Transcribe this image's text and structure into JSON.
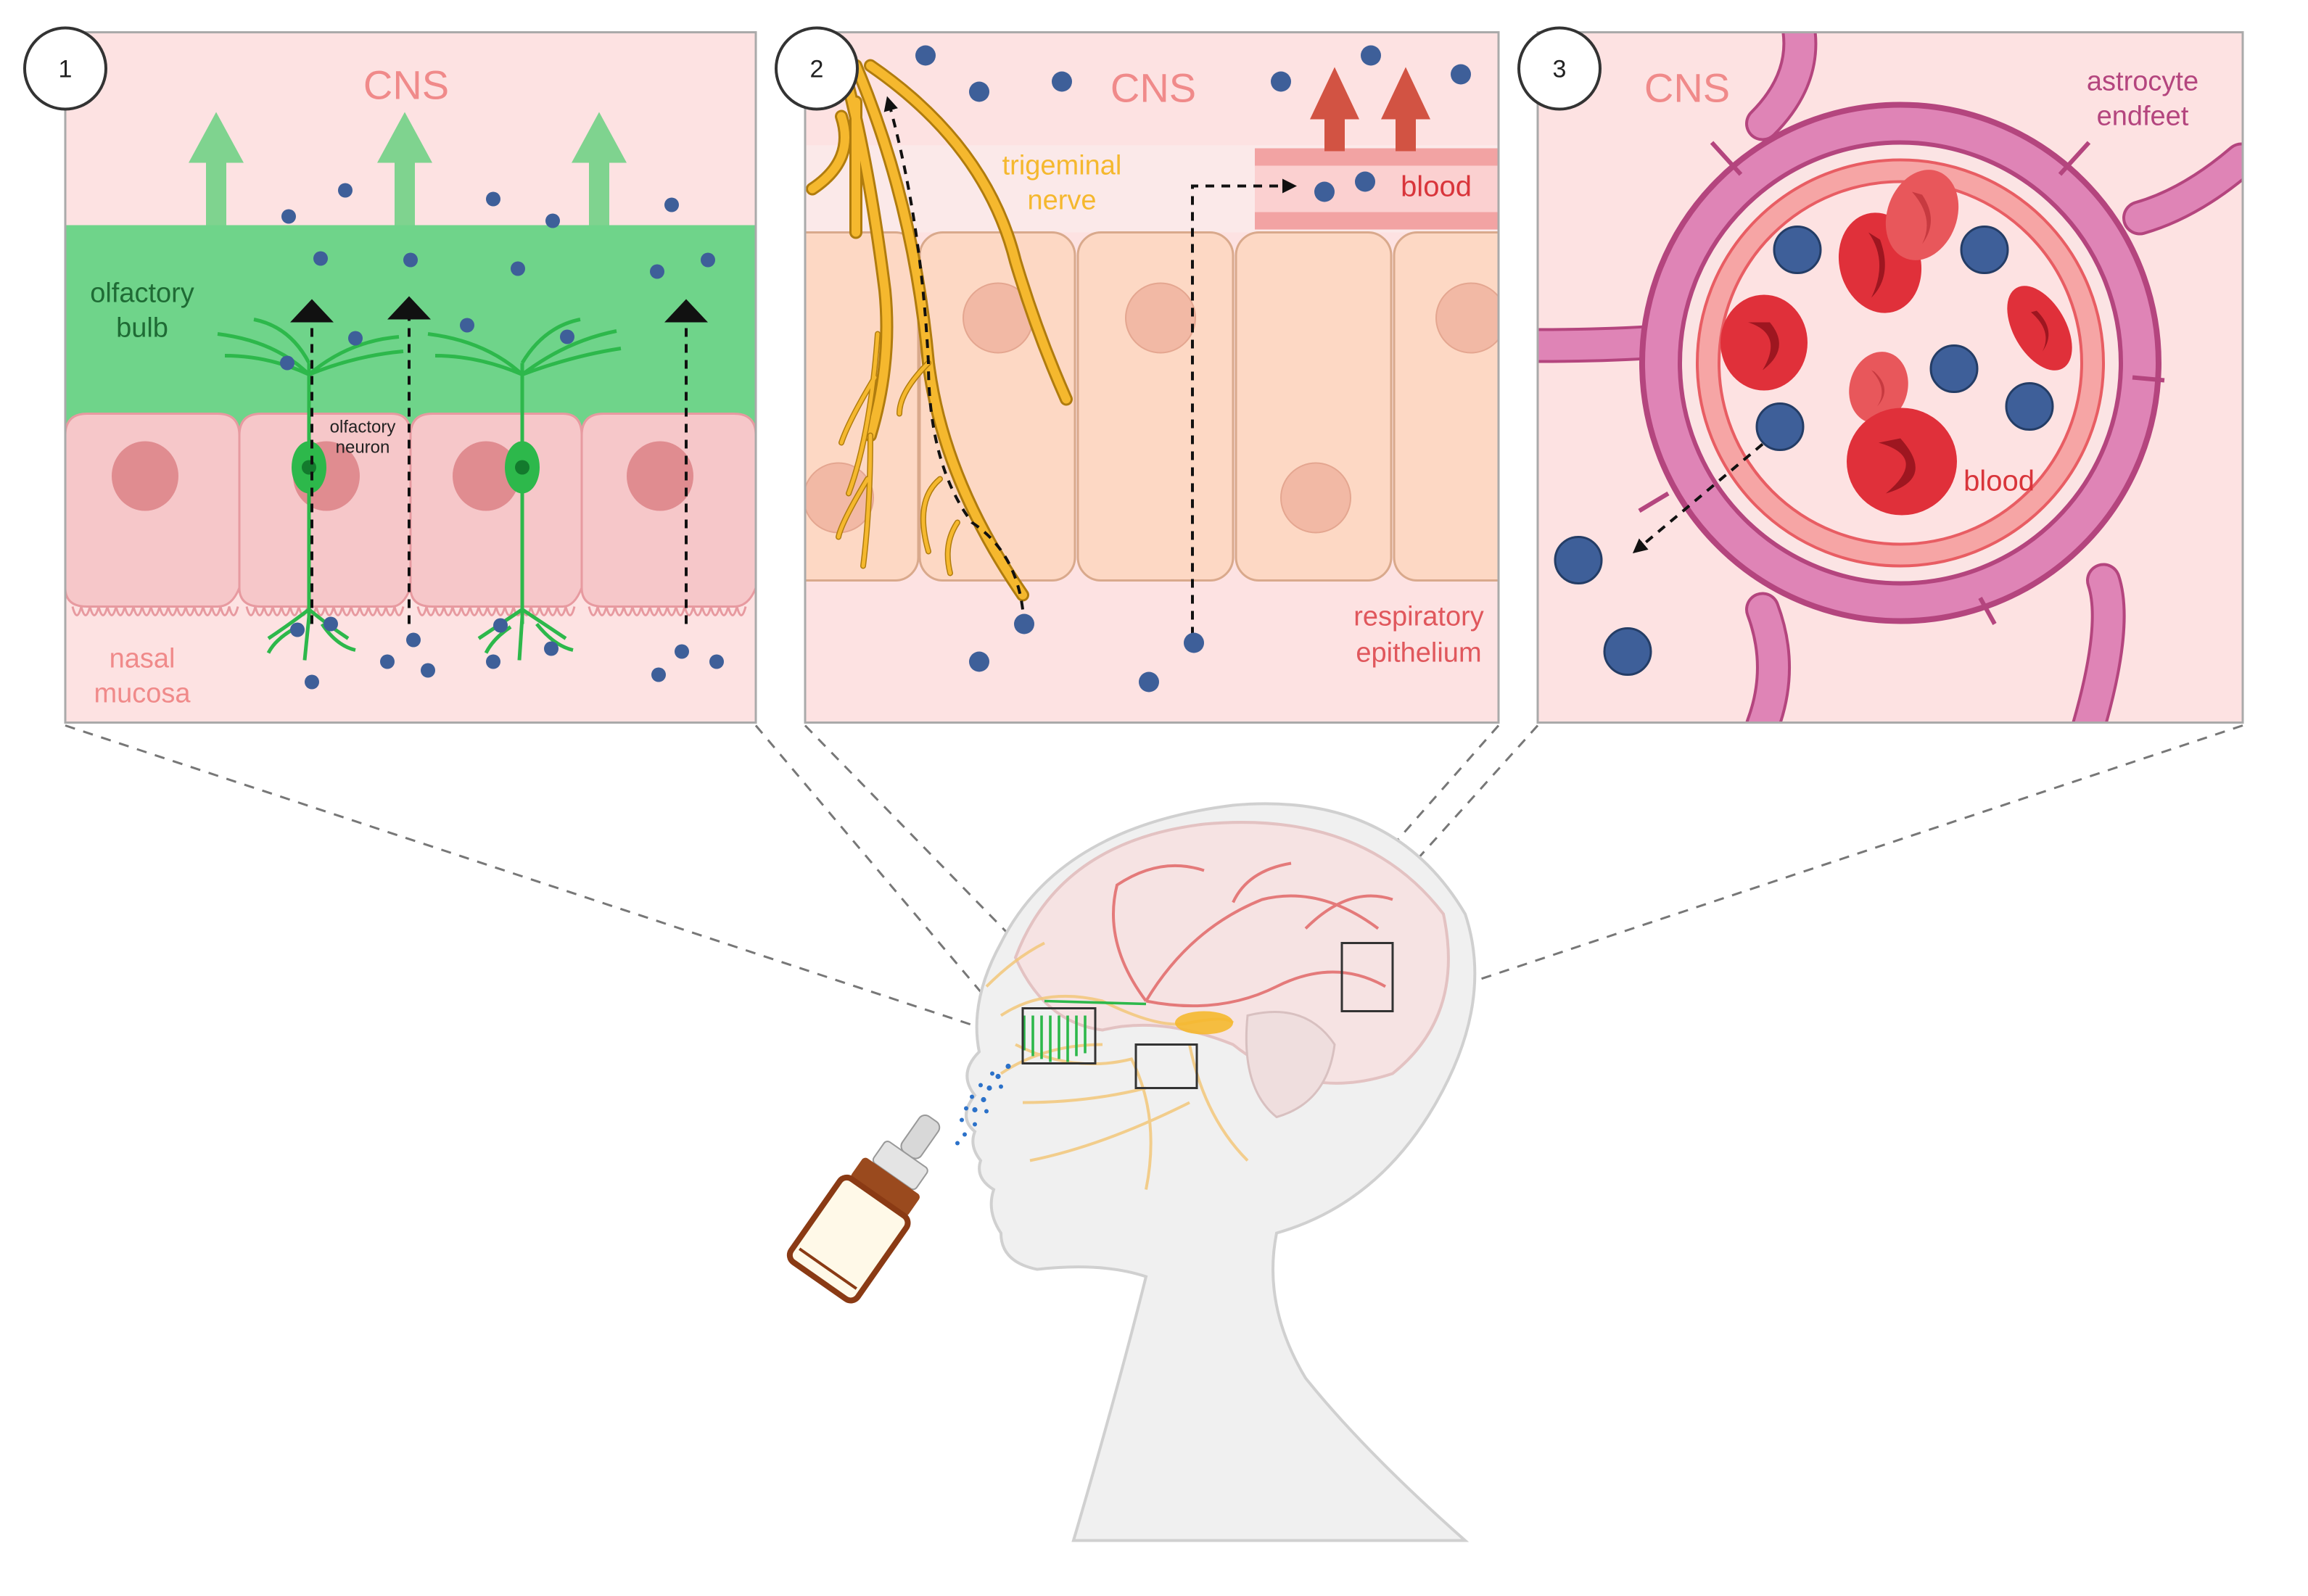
{
  "colors": {
    "cns_text": "#f08a8a",
    "blood_text": "#d9353b",
    "olfactory_green": "#6fd48a",
    "neuron_green": "#2db84b",
    "trigeminal_yellow": "#f5b82e",
    "astrocyte_pink": "#b4457e",
    "particle_blue": "#3e5f99",
    "rbc_red": "#e0303a",
    "panel_bg": "#fde2e2"
  },
  "panels": [
    {
      "number": "1",
      "title": "CNS",
      "labels": {
        "olfactory_bulb_1": "olfactory",
        "olfactory_bulb_2": "bulb",
        "olfactory_neuron_1": "olfactory",
        "olfactory_neuron_2": "neuron",
        "nasal_mucosa_1": "nasal",
        "nasal_mucosa_2": "mucosa"
      }
    },
    {
      "number": "2",
      "title": "CNS",
      "labels": {
        "trigeminal_1": "trigeminal",
        "trigeminal_2": "nerve",
        "blood": "blood",
        "respiratory_1": "respiratory",
        "respiratory_2": "epithelium"
      }
    },
    {
      "number": "3",
      "title": "CNS",
      "labels": {
        "astrocyte_1": "astrocyte",
        "astrocyte_2": "endfeet",
        "blood": "blood"
      }
    }
  ],
  "icons": {
    "head": "head-brain-anatomy-icon",
    "spray": "nasal-spray-bottle-icon"
  }
}
